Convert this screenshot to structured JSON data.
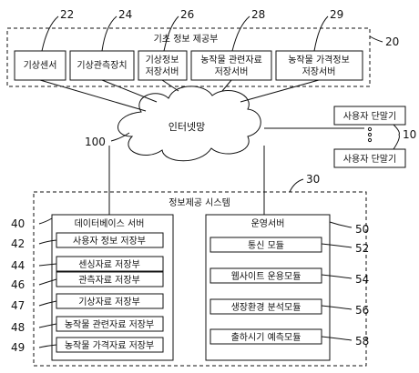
{
  "top_group": {
    "title": "기초 정보 제공부",
    "ref": "20",
    "boxes": [
      {
        "lines": [
          "기상센서"
        ],
        "ref": "22"
      },
      {
        "lines": [
          "기상관측장치"
        ],
        "ref": "24"
      },
      {
        "lines": [
          "기상정보",
          "저장서버"
        ],
        "ref": "26"
      },
      {
        "lines": [
          "농작물 관련자료",
          "저장서버"
        ],
        "ref": "28"
      },
      {
        "lines": [
          "농작물 가격정보",
          "저장서버"
        ],
        "ref": "29"
      }
    ]
  },
  "internet": {
    "label": "인터넷망",
    "ref": "100"
  },
  "terminals": {
    "items": [
      "사용자 단말기",
      "사용자 단말기"
    ],
    "ref": "10"
  },
  "system": {
    "title": "정보제공 시스템",
    "ref": "30",
    "database_server": {
      "title": "데이터베이스 서버",
      "ref": "40",
      "items": [
        {
          "label": "사용자 정보 저장부",
          "ref": "42"
        },
        {
          "label": "센싱자료 저장부",
          "ref": "44"
        },
        {
          "label": "관측자료 저장부",
          "ref": "46"
        },
        {
          "label": "기상자료 저장부",
          "ref": "47"
        },
        {
          "label": "농작물 관련자료 저장부",
          "ref": "48"
        },
        {
          "label": "농작물 가격자료 저장부",
          "ref": "49"
        }
      ]
    },
    "operation_server": {
      "title": "운영서버",
      "ref": "50",
      "items": [
        {
          "label": "통신 모듈",
          "ref": "52"
        },
        {
          "label": "웹사이트 운용모듈",
          "ref": "54"
        },
        {
          "label": "생장환경 분석모듈",
          "ref": "56"
        },
        {
          "label": "출하시기 예측모듈",
          "ref": "58"
        }
      ]
    }
  }
}
